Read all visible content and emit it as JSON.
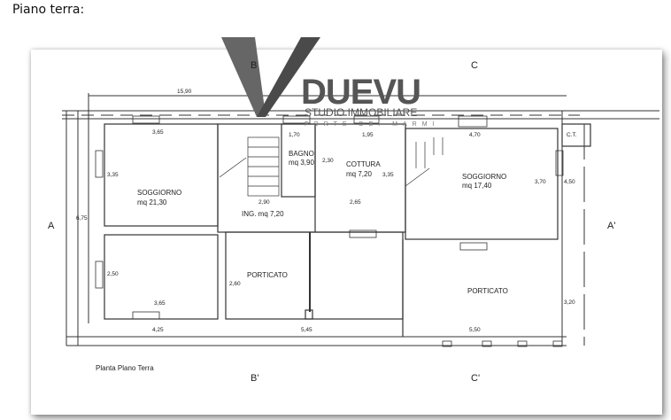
{
  "heading": "Piano terra:",
  "logo": {
    "brand": "DUEVU",
    "subtitle": "STUDIO IMMOBILIARE",
    "location": "FORTE DEI MARMI"
  },
  "plan": {
    "caption": "Planta Plano Terra",
    "sections": {
      "b_top": "B",
      "b_bottom": "B'",
      "c_top": "C",
      "c_bottom": "C'",
      "a_left": "A",
      "a_right": "A'"
    },
    "rooms": [
      {
        "name": "SOGGIORNO",
        "area": "mq 21,30"
      },
      {
        "name": "BAGNO",
        "area": "mq 3,90"
      },
      {
        "name": "COTTURA",
        "area": "mq 7,20"
      },
      {
        "name": "SOGGIORNO",
        "area": "mq 17,40"
      },
      {
        "name": "ING. mq 7,20"
      },
      {
        "name": "PORTICATO"
      },
      {
        "name": "PORTICATO"
      },
      {
        "name": "C.T."
      }
    ],
    "dims": {
      "total_width": "15,90",
      "left_room_w": "3,65",
      "left_room_h": "3,35",
      "total_h": "6,75",
      "bagno_w": "1,70",
      "bagno_h": "2,30",
      "cottura_w": "1,95",
      "cottura_h": "3,35",
      "ing_w": "2,90",
      "cottura_bottom_w": "2,65",
      "right_w": "4,70",
      "right_h": "3,70",
      "ct_h": "4,50",
      "low_left_h": "2,50",
      "low_left_w": "3,65",
      "portico_h": "2,60",
      "right_portico_h": "3,20",
      "bottom_1": "4,25",
      "bottom_2": "5,45",
      "bottom_3": "5,50"
    }
  }
}
